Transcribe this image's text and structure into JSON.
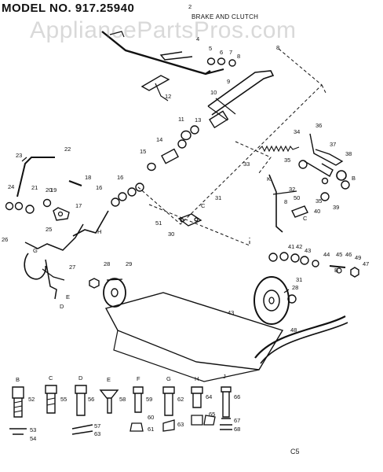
{
  "header": {
    "model_title": "MODEL NO. 917.25940",
    "section_title": "BRAKE AND CLUTCH",
    "watermark": "AppliancePartsPros.com"
  },
  "footer": {
    "page_code": "C5"
  },
  "callouts": [
    "2",
    "4",
    "5",
    "6",
    "7",
    "8",
    "8",
    "9",
    "10",
    "11",
    "12",
    "13",
    "14",
    "15",
    "16",
    "16",
    "17",
    "18",
    "19",
    "20",
    "21",
    "22",
    "23",
    "24",
    "25",
    "26",
    "27",
    "28",
    "28",
    "29",
    "30",
    "31",
    "31",
    "32",
    "33",
    "34",
    "35",
    "35",
    "36",
    "37",
    "38",
    "39",
    "40",
    "41",
    "42",
    "43",
    "43",
    "44",
    "45",
    "46",
    "47",
    "48",
    "49",
    "50",
    "51",
    "C",
    "C",
    "E",
    "D",
    "G",
    "H",
    "B",
    "B",
    "K",
    "8"
  ],
  "hardware": {
    "letters": [
      "B",
      "C",
      "D",
      "E",
      "F",
      "G",
      "H",
      "J"
    ],
    "numbers": [
      "52",
      "53",
      "54",
      "55",
      "56",
      "57",
      "58",
      "59",
      "60",
      "61",
      "62",
      "63",
      "63",
      "64",
      "65",
      "66",
      "67",
      "68"
    ]
  },
  "colors": {
    "ink": "#111111",
    "paper": "#ffffff",
    "watermark": "#8a8a8a"
  }
}
